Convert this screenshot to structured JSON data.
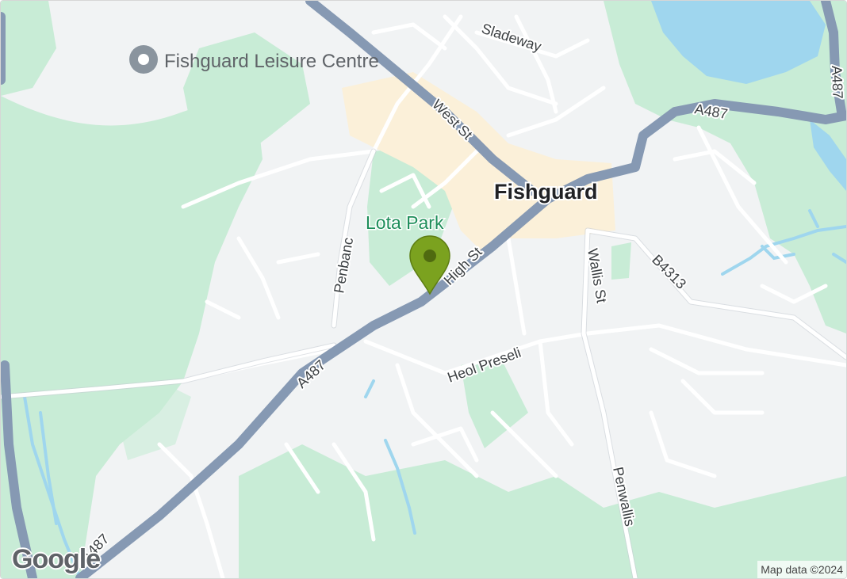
{
  "map": {
    "town_label": "Fishguard",
    "park_label": "Lota Park",
    "poi": {
      "label": "Fishguard Leisure Centre",
      "icon": "place-pin-icon"
    },
    "marker": {
      "icon": "map-marker-icon",
      "color": "#7ba21f"
    },
    "roads": {
      "west_st": "West St",
      "high_st": "High St",
      "sladeway": "Sladeway",
      "penbanc": "Penbanc",
      "wallis_st": "Wallis St",
      "heol_preseli": "Heol Preseli",
      "penwallis": "Penwallis",
      "b4313": "B4313",
      "a487_south": "A487",
      "a487_east": "A487",
      "a487_ne": "A487",
      "a487_sw": "A487"
    },
    "attribution": "Map data ©2024",
    "logo": "Google",
    "colors": {
      "land": "#f1f3f4",
      "green": "#c8ecd6",
      "water": "#9fd6ee",
      "major_road": "#8699b3",
      "town_center": "#fbf0d9"
    }
  }
}
